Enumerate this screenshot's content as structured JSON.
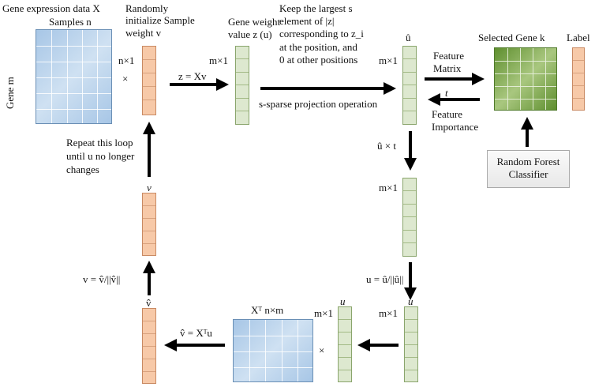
{
  "labels": {
    "gene_expr_line1": "Gene expression data X",
    "gene_expr_line2": "Samples n",
    "gene_m": "Gene m",
    "rand_init_line1": "Randomly",
    "rand_init_line2": "initialize Sample",
    "rand_init_line3": "weight v",
    "n_by_1": "n×1",
    "times_top": "×",
    "z_eq": "z = Xv",
    "gene_weight_line1": "Gene weight",
    "gene_weight_line2": "value z (u)",
    "m_by_1_top": "m×1",
    "keep_line1": "Keep the largest s",
    "keep_line2": "element of |z|",
    "keep_line3": "corresponding to z_i",
    "keep_line4": "at the position, and",
    "keep_line5": "0 at other positions",
    "sparse_proj": "s-sparse projection operation",
    "u_hat_top": "û",
    "m_by_1_right": "m×1",
    "selected_gene": "Selected Gene k",
    "label": "Label",
    "feature_matrix_line1": "Feature",
    "feature_matrix_line2": "Matrix",
    "t_label": "t",
    "feature_imp_line1": "Feature",
    "feature_imp_line2": "Importance",
    "u_hat_times_t": "û × t",
    "m_by_1_mid": "m×1",
    "rf_line1": "Random Forest",
    "rf_line2": "Classifier",
    "repeat_line1": "Repeat this loop",
    "repeat_line2": "until u no longer",
    "repeat_line3": "changes",
    "v_label": "v",
    "v_norm": "v = v̂/||v̂||",
    "v_hat_label": "v̂",
    "v_hat_eq": "v̂ = Xᵀu",
    "xt_label": "Xᵀ n×m",
    "m_by_1_bottom": "m×1",
    "times_bottom": "×",
    "u_bottom_left": "u",
    "u_norm": "u = û/||û||",
    "m_by_1_bottom_right": "m×1",
    "u_bottom_right": "u"
  },
  "colors": {
    "orange_vector": "#f7c9a8",
    "green_vector": "#dde8cf",
    "blue_matrix": "#a7c6e6",
    "green_matrix": "#6f9a3c",
    "arrow": "#000000"
  }
}
